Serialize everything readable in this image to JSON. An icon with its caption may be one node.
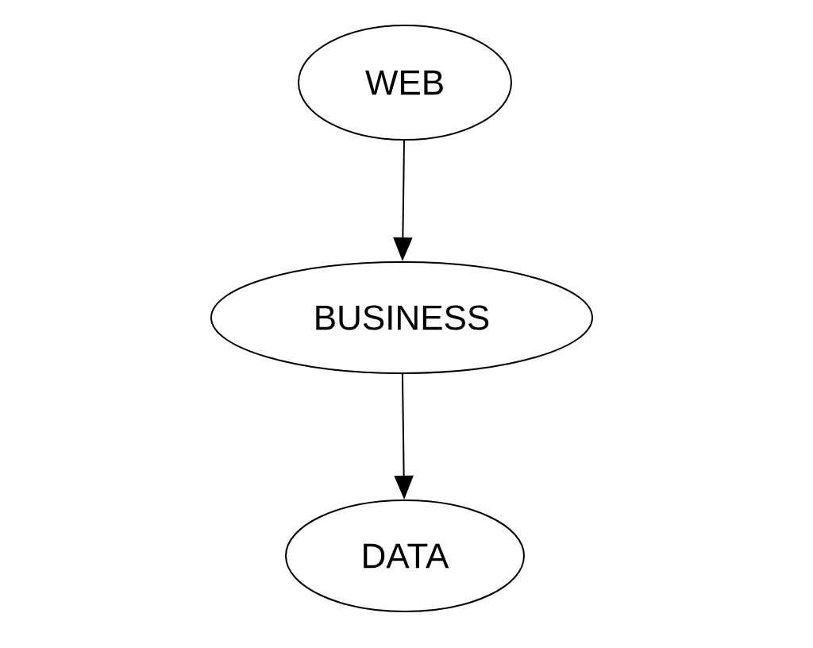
{
  "diagram": {
    "nodes": [
      {
        "text": [
          "WEB"
        ]
      },
      {
        "text": [
          "BUSINESS"
        ]
      },
      {
        "text": [
          "DATA"
        ]
      }
    ],
    "edges": [
      {
        "from": 0,
        "to": 1,
        "arrow": "to"
      },
      {
        "from": 1,
        "to": 2,
        "arrow": "to"
      }
    ]
  }
}
